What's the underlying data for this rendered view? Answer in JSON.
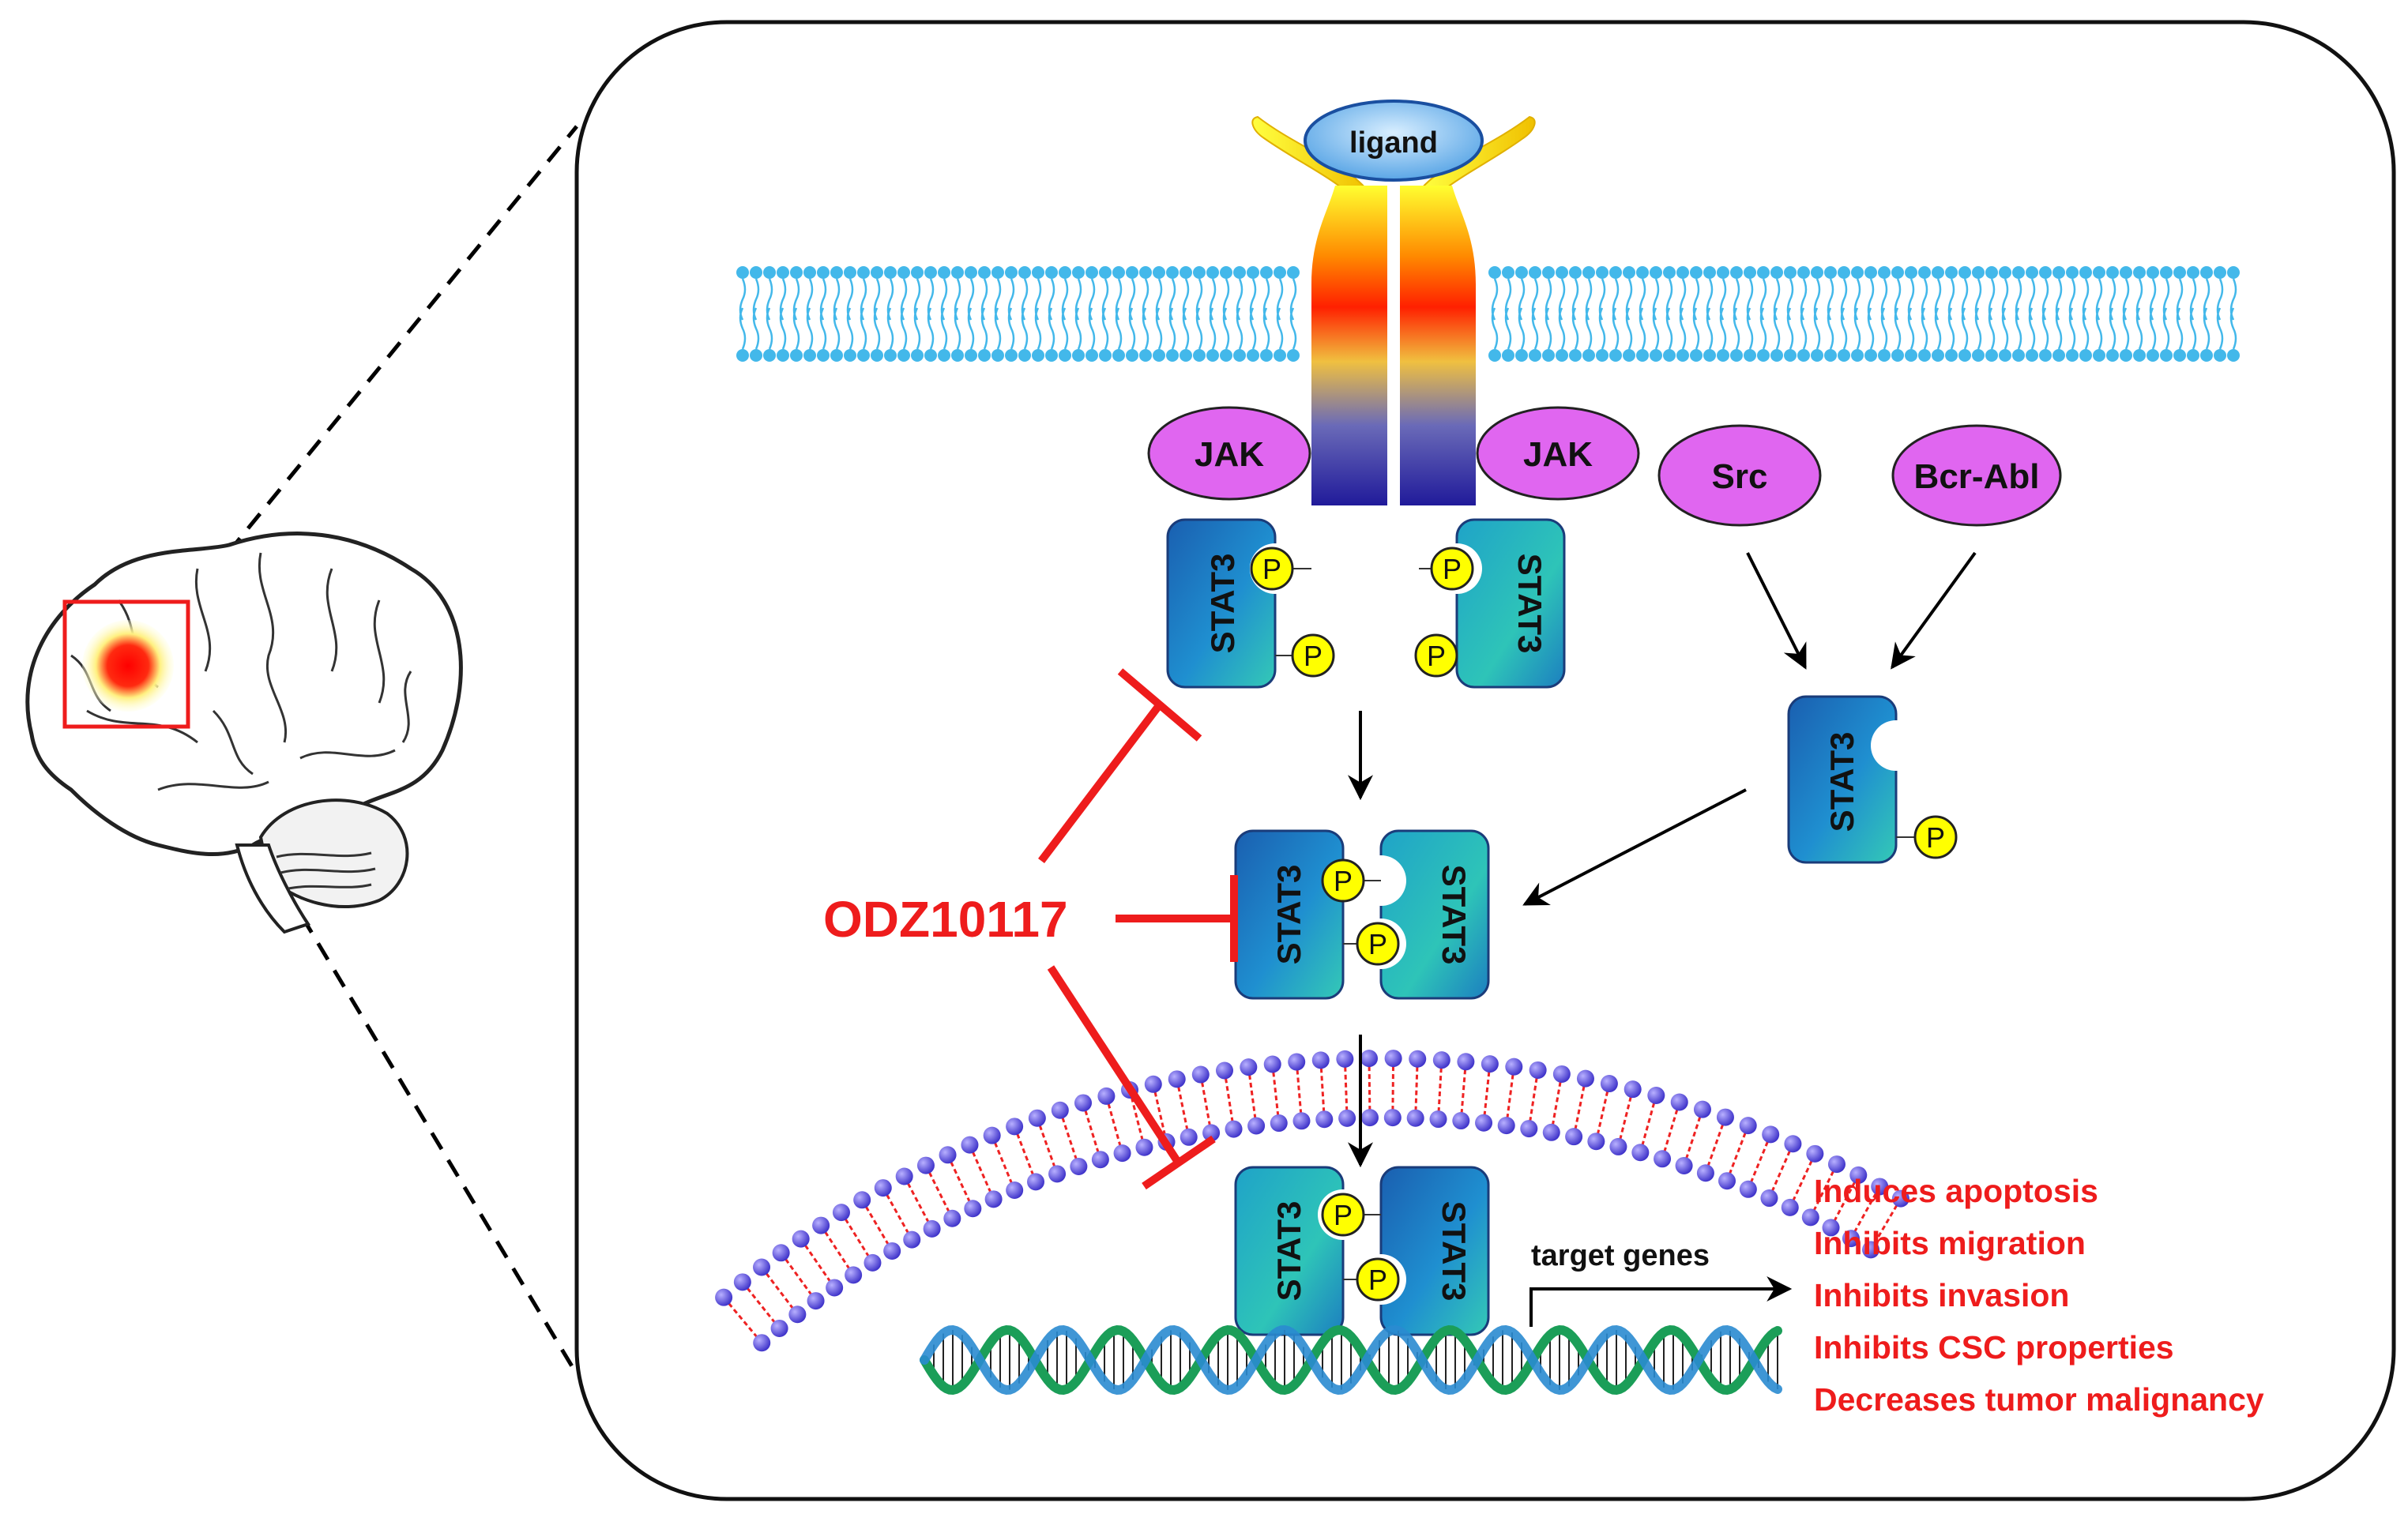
{
  "labels": {
    "ligand": "ligand",
    "jak": "JAK",
    "src": "Src",
    "bcr_abl": "Bcr-Abl",
    "stat3": "STAT3",
    "phospho": "P",
    "drug": "ODZ10117",
    "target_genes": "target genes"
  },
  "effects": [
    "Induces apoptosis",
    "Inhibits migration",
    "Inhibits invasion",
    "Inhibits CSC properties",
    "Decreases tumor malignancy"
  ],
  "colors": {
    "inhibitor_red": "#ee1c1c",
    "kinase_magenta": "#e066f0",
    "stat3_blue_dark": "#1a5fb0",
    "stat3_teal": "#2ec4b8",
    "phospho_yellow": "#ffff00",
    "membrane_blue": "#43b8ea",
    "nuclear_bead": "#4b3fd6",
    "ligand_blue": "#8ec8f2"
  }
}
